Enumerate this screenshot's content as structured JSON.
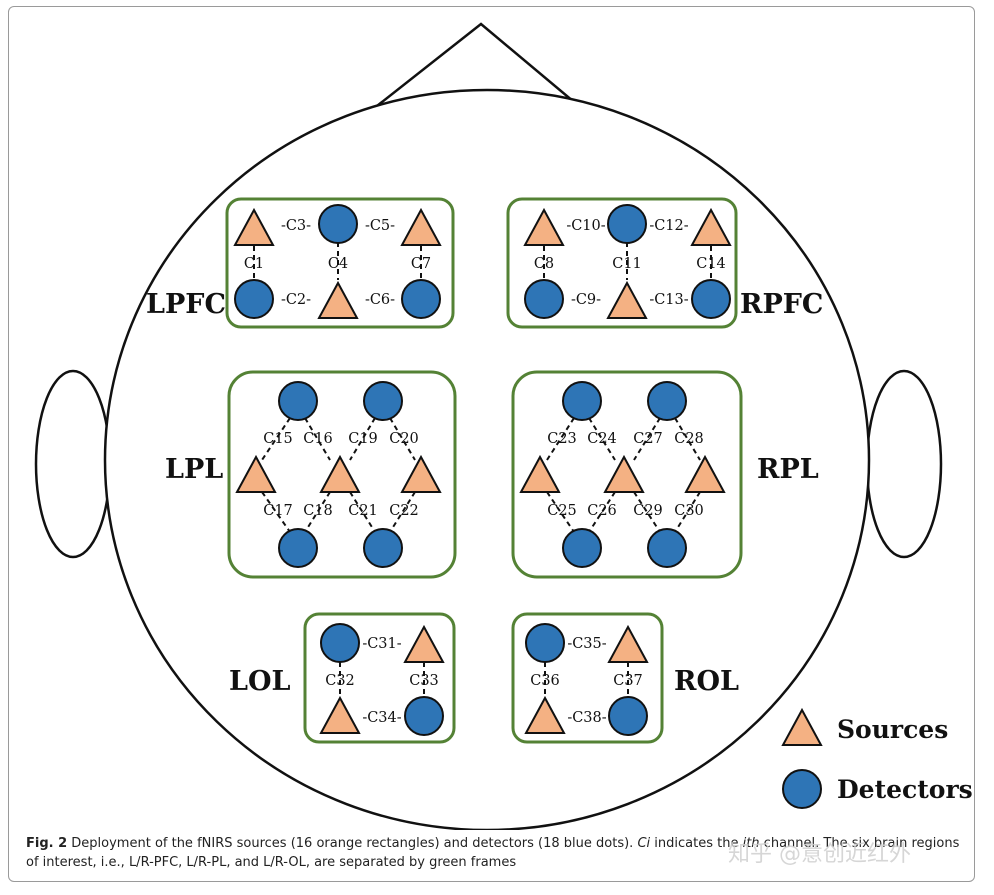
{
  "regions": {
    "lpfc": "LPFC",
    "rpfc": "RPFC",
    "lpl": "LPL",
    "rpl": "RPL",
    "lol": "LOL",
    "rol": "ROL"
  },
  "channels": {
    "C1": "C1",
    "C2": "-C2-",
    "C3": "-C3-",
    "C4": "C4",
    "C5": "-C5-",
    "C6": "-C6-",
    "C7": "C7",
    "C8": "C8",
    "C9": "-C9-",
    "C10": "-C10-",
    "C11": "C11",
    "C12": "-C12-",
    "C13": "-C13-",
    "C14": "C14",
    "C15": "C15",
    "C16": "C16",
    "C17": "C17",
    "C18": "C18",
    "C19": "C19",
    "C20": "C20",
    "C21": "C21",
    "C22": "C22",
    "C23": "C23",
    "C24": "C24",
    "C25": "C25",
    "C26": "C26",
    "C27": "C27",
    "C28": "C28",
    "C29": "C29",
    "C30": "C30",
    "C31": "-C31-",
    "C32": "C32",
    "C33": "C33",
    "C34": "-C34-",
    "C35": "-C35-",
    "C36": "C36",
    "C37": "C37",
    "C38": "-C38-"
  },
  "legend": {
    "sources": "Sources",
    "detectors": "Detectors"
  },
  "caption": {
    "fig_num": "Fig. 2",
    "text_1": " Deployment of the fNIRS sources (16 orange rectangles) and detectors (18 blue dots). ",
    "ci": "Ci",
    "text_2": " indicates the ",
    "ith": "ith",
    "text_3": " channel. The six brain regions of interest, i.e., L/R-PFC, L/R-PL, and L/R-OL, are separated by green frames"
  },
  "watermark": "知乎 @意创近红外",
  "colors": {
    "source_fill": "#f4b183",
    "detector_fill": "#2e75b6",
    "frame_green": "#548235",
    "outline": "#111111"
  }
}
